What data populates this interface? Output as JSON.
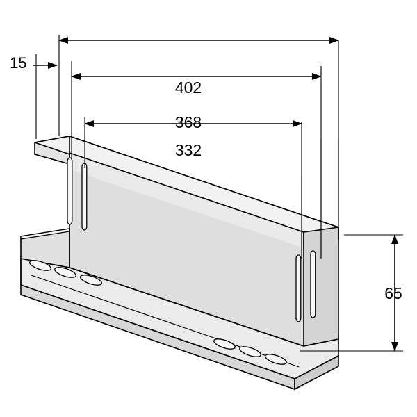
{
  "figure": {
    "type": "technical-drawing",
    "subject": "L-shaped slotted mounting bracket / profile rail",
    "units": "mm",
    "background_color": "#ffffff",
    "line_color": "#000000"
  },
  "dimensions": {
    "flange_offset": "15",
    "overall_length": "402",
    "middle_length": "368",
    "inner_length": "332",
    "height": "65"
  },
  "colors": {
    "face_light": "#ededed",
    "face_mid": "#e0e0e0",
    "face_dark": "#d2d2d2",
    "face_darker": "#c6c6c6",
    "outline": "#000000"
  }
}
